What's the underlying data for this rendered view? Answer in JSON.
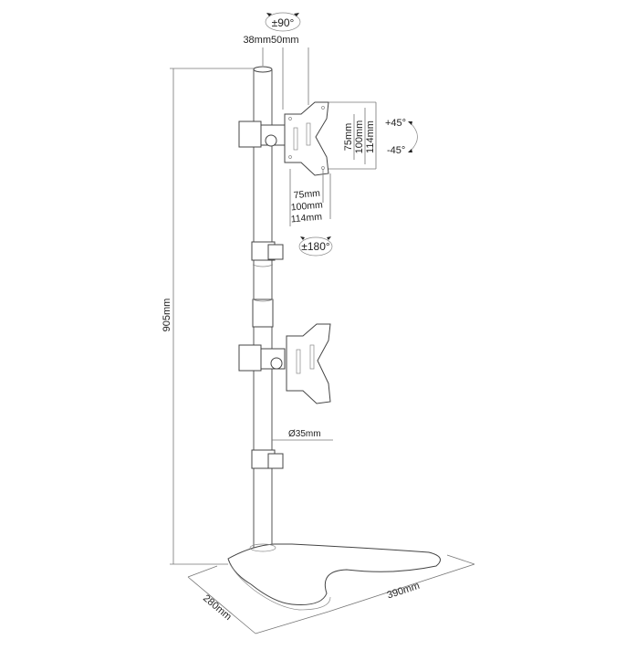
{
  "diagram": {
    "subject": "Dual monitor desk stand, vertical pole",
    "labels": {
      "tilt_swivel_top": "±90°",
      "offset_a": "38mm",
      "offset_b": "50mm",
      "vesa_v_75": "75mm",
      "vesa_v_100": "100mm",
      "vesa_v_114": "114mm",
      "vesa_h_75": "75mm",
      "vesa_h_100": "100mm",
      "vesa_h_114": "114mm",
      "rotation_plus": "+45°",
      "rotation_minus": "-45°",
      "swivel_clamp": "±180°",
      "pole_height": "905mm",
      "pole_diameter": "Ø35mm",
      "base_depth": "280mm",
      "base_width": "390mm"
    },
    "colors": {
      "stroke": "#444444",
      "dimension": "#777777",
      "text": "#222222",
      "background": "#ffffff"
    }
  }
}
